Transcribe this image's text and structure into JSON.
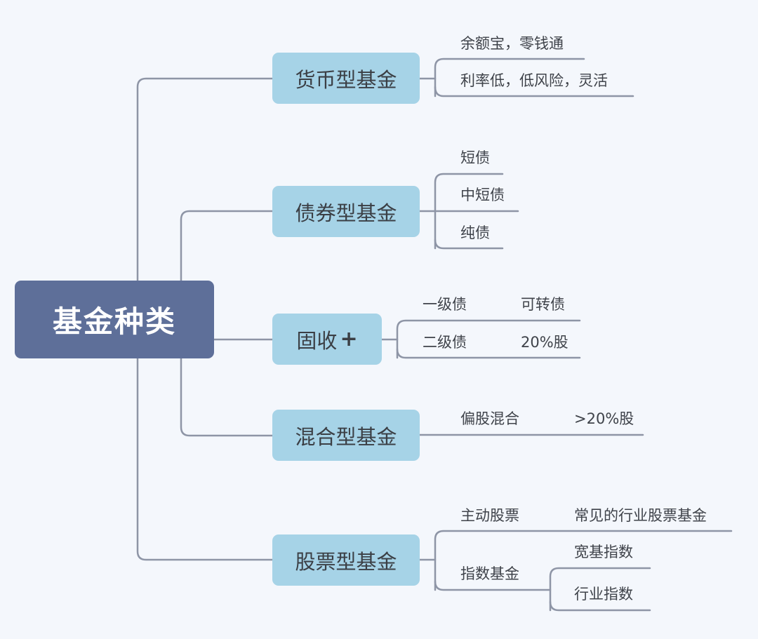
{
  "root": {
    "label": "基金种类"
  },
  "categories": [
    {
      "label": "货币型基金",
      "items": [
        {
          "label": "余额宝，零钱通"
        },
        {
          "label": "利率低，低风险，灵活"
        }
      ]
    },
    {
      "label": "债券型基金",
      "items": [
        {
          "label": "短债"
        },
        {
          "label": "中短债"
        },
        {
          "label": "纯债"
        }
      ]
    },
    {
      "label": "固收",
      "badge": "+",
      "items": [
        {
          "label": "一级债",
          "detail": "可转债"
        },
        {
          "label": "二级债",
          "detail": "20%股"
        }
      ]
    },
    {
      "label": "混合型基金",
      "items": [
        {
          "label": "偏股混合",
          "detail": ">20%股"
        }
      ]
    },
    {
      "label": "股票型基金",
      "items": [
        {
          "label": "主动股票",
          "detail": "常见的行业股票基金"
        },
        {
          "label": "指数基金",
          "children": [
            {
              "label": "宽基指数"
            },
            {
              "label": "行业指数"
            }
          ]
        }
      ]
    }
  ],
  "colors": {
    "root": "#5e6f99",
    "category": "#a6d3e7",
    "connector": "#8e95a6",
    "background": "#f4f7fc"
  }
}
